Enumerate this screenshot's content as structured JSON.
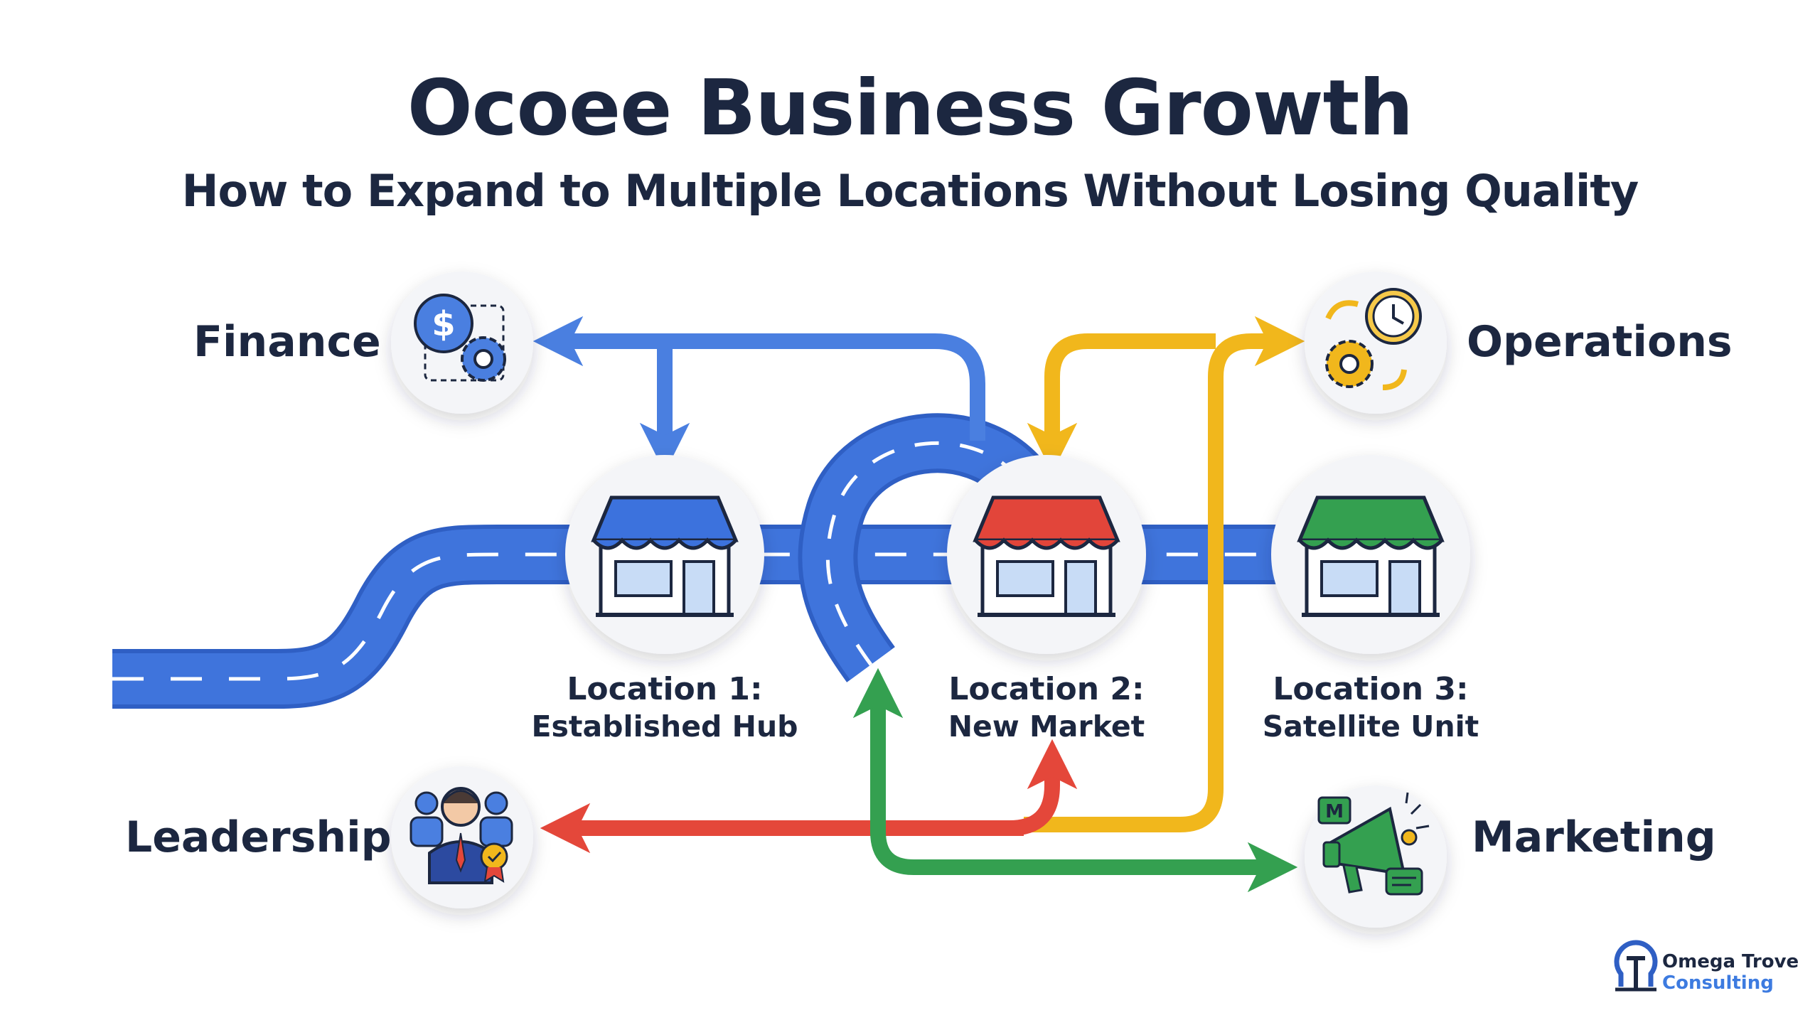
{
  "header": {
    "title": "Ocoee Business Growth",
    "subtitle": "How to Expand to Multiple Locations Without Losing Quality"
  },
  "functions": {
    "finance": {
      "label": "Finance",
      "icon": "finance-gear-icon"
    },
    "operations": {
      "label": "Operations",
      "icon": "operations-clock-gear-icon"
    },
    "leadership": {
      "label": "Leadership",
      "icon": "leadership-team-icon"
    },
    "marketing": {
      "label": "Marketing",
      "icon": "marketing-megaphone-icon"
    }
  },
  "locations": [
    {
      "line1": "Location 1:",
      "line2": "Established Hub",
      "awning_color": "#3c72dd",
      "icon": "store-blue-icon"
    },
    {
      "line1": "Location 2:",
      "line2": "New Market",
      "awning_color": "#e2453a",
      "icon": "store-red-icon"
    },
    {
      "line1": "Location 3:",
      "line2": "Satellite Unit",
      "awning_color": "#34a050",
      "icon": "store-green-icon"
    }
  ],
  "brand": {
    "line1": "Omega Trove",
    "line2": "Consulting",
    "icon": "omega-trove-logo-icon"
  },
  "colors": {
    "text": "#1c2740",
    "road": "#3f74dc",
    "finance_flow": "#4a7fe0",
    "operations_flow": "#f1b71c",
    "leadership_flow": "#e4473a",
    "marketing_flow": "#34a050"
  }
}
